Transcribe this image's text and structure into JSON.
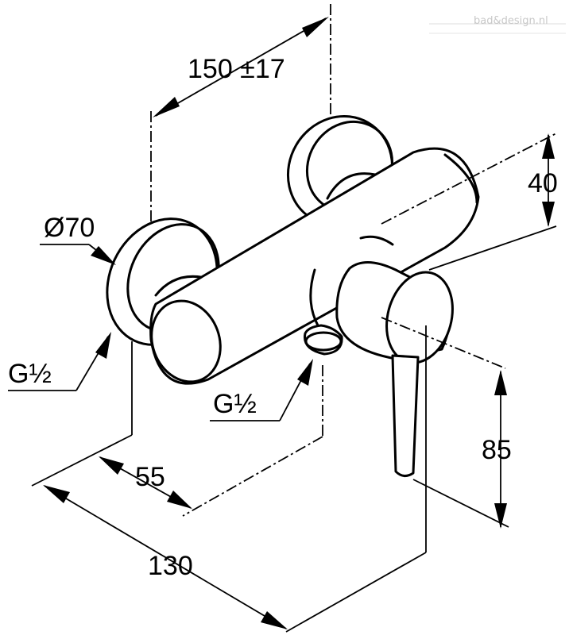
{
  "watermark": "bad&design.nl",
  "dimensions": {
    "center_distance": "150 ±17",
    "rosette_diameter": "Ø70",
    "inlet_thread": "G½",
    "outlet_thread": "G½",
    "body_height": "40",
    "lever_height": "85",
    "wall_to_outlet": "55",
    "wall_to_front": "130"
  }
}
